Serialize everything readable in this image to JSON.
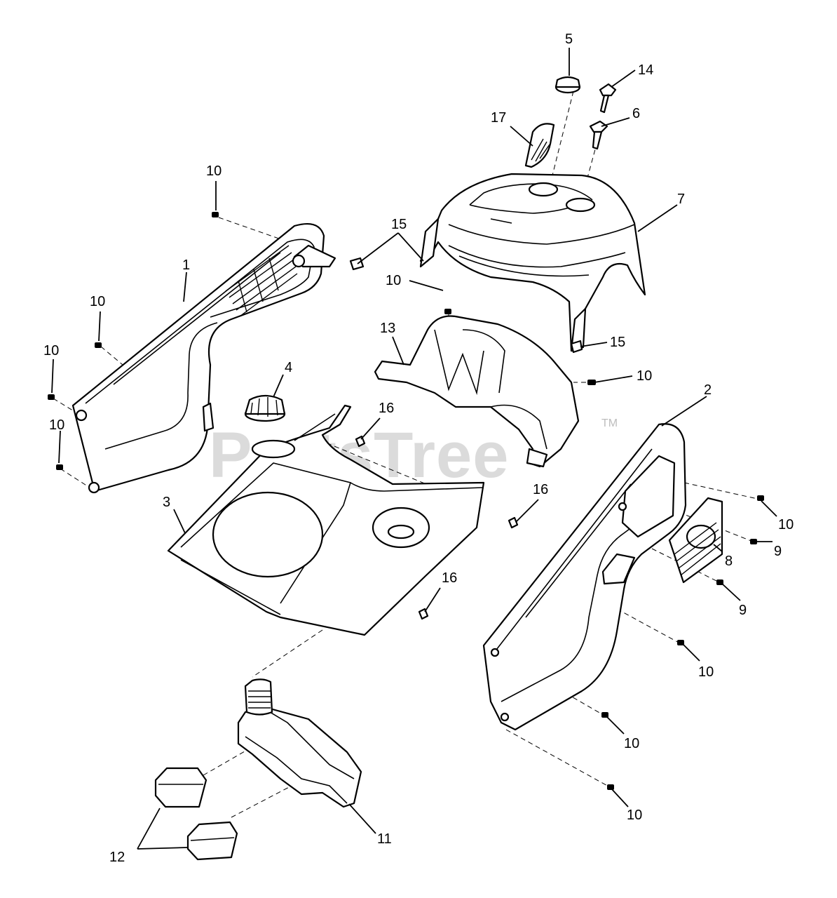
{
  "watermark": {
    "text": "PartsTree",
    "tm": "TM"
  },
  "callouts": {
    "c1": "1",
    "c2": "2",
    "c3": "3",
    "c4": "4",
    "c5": "5",
    "c6": "6",
    "c7": "7",
    "c8": "8",
    "c9a": "9",
    "c9b": "9",
    "c10a": "10",
    "c10b": "10",
    "c10c": "10",
    "c10d": "10",
    "c10e": "10",
    "c10f": "10",
    "c10g": "10",
    "c10h": "10",
    "c10i": "10",
    "c10j": "10",
    "c11": "11",
    "c12": "12",
    "c13": "13",
    "c14": "14",
    "c15a": "15",
    "c15b": "15",
    "c16a": "16",
    "c16b": "16",
    "c16c": "16",
    "c17": "17"
  }
}
